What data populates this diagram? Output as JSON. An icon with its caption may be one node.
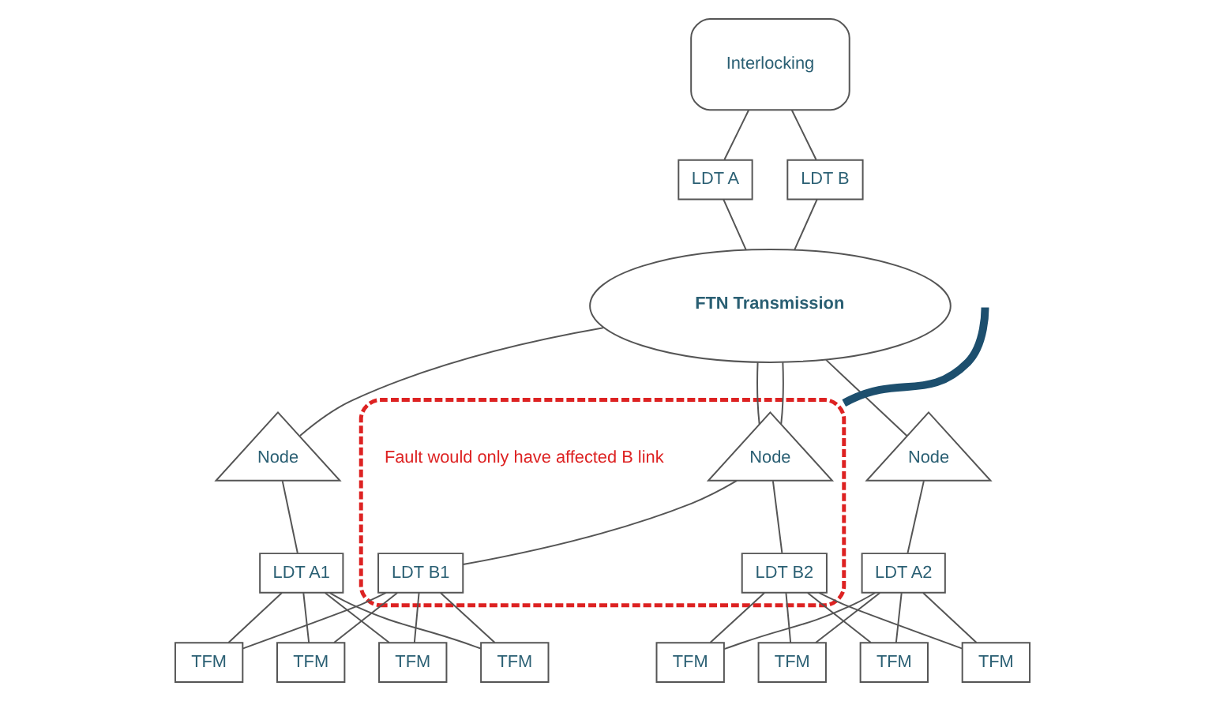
{
  "diagram": {
    "nodes": [
      {
        "text": [
          "Interlocking"
        ]
      },
      {
        "text": [
          "LDT A"
        ]
      },
      {
        "text": [
          "LDT B"
        ]
      },
      {
        "text": [
          "FTN Transmission"
        ]
      },
      {
        "text": [
          "Node"
        ]
      },
      {
        "text": [
          "LDT A1"
        ]
      },
      {
        "text": [],
        "shape": "ellipse",
        "beside": [
          "Fault would only have affected B link"
        ]
      },
      {
        "text": [
          "Node"
        ],
        "in": 6
      },
      {
        "text": [
          "LDT B1"
        ],
        "in": 6
      },
      {
        "text": [
          "LDT B2"
        ],
        "in": 6
      },
      {
        "text": [
          "Node"
        ]
      },
      {
        "text": [
          "LDT A2"
        ]
      },
      {
        "text": [
          "TFM"
        ]
      },
      {
        "text": [
          "TFM"
        ]
      },
      {
        "text": [
          "TFM"
        ]
      },
      {
        "text": [
          "TFM"
        ]
      },
      {
        "text": [
          "TFM"
        ]
      },
      {
        "text": [
          "TFM"
        ]
      },
      {
        "text": [
          "TFM"
        ]
      },
      {
        "text": [
          "TFM"
        ]
      }
    ],
    "edges": [
      {
        "from": 0,
        "to": 1,
        "arrow": "none"
      },
      {
        "from": 0,
        "to": 2,
        "arrow": "none"
      },
      {
        "from": 1,
        "to": 3,
        "arrow": "none"
      },
      {
        "from": 2,
        "to": 3,
        "arrow": "none"
      },
      {
        "from": 3,
        "to": 4,
        "arrow": "none"
      },
      {
        "from": 4,
        "to": 5,
        "arrow": "none"
      },
      {
        "from": 3,
        "to": 7,
        "arrow": "none"
      },
      {
        "from": 3,
        "to": 7,
        "arrow": "none"
      },
      {
        "from": 7,
        "to": 8,
        "arrow": "none"
      },
      {
        "from": 7,
        "to": 9,
        "arrow": "none"
      },
      {
        "from": 3,
        "to": 10,
        "arrow": "none"
      },
      {
        "from": 10,
        "to": 11,
        "arrow": "none"
      },
      {
        "from": 5,
        "to": 12,
        "arrow": "none"
      },
      {
        "from": 5,
        "to": 13,
        "arrow": "none"
      },
      {
        "from": 5,
        "to": 14,
        "arrow": "none"
      },
      {
        "from": 5,
        "to": 15,
        "arrow": "none"
      },
      {
        "from": 8,
        "to": 12,
        "arrow": "none"
      },
      {
        "from": 8,
        "to": 13,
        "arrow": "none"
      },
      {
        "from": 8,
        "to": 14,
        "arrow": "none"
      },
      {
        "from": 8,
        "to": 15,
        "arrow": "none"
      },
      {
        "from": 9,
        "to": 16,
        "arrow": "none"
      },
      {
        "from": 9,
        "to": 17,
        "arrow": "none"
      },
      {
        "from": 9,
        "to": 18,
        "arrow": "none"
      },
      {
        "from": 9,
        "to": 19,
        "arrow": "none"
      },
      {
        "from": 11,
        "to": 16,
        "arrow": "none"
      },
      {
        "from": 11,
        "to": 17,
        "arrow": "none"
      },
      {
        "from": 11,
        "to": 18,
        "arrow": "none"
      },
      {
        "from": 11,
        "to": 19,
        "arrow": "none"
      },
      {
        "from": null,
        "to": 6,
        "arrow": "none",
        "style": "thick",
        "color": "#1d4f6e"
      }
    ]
  }
}
